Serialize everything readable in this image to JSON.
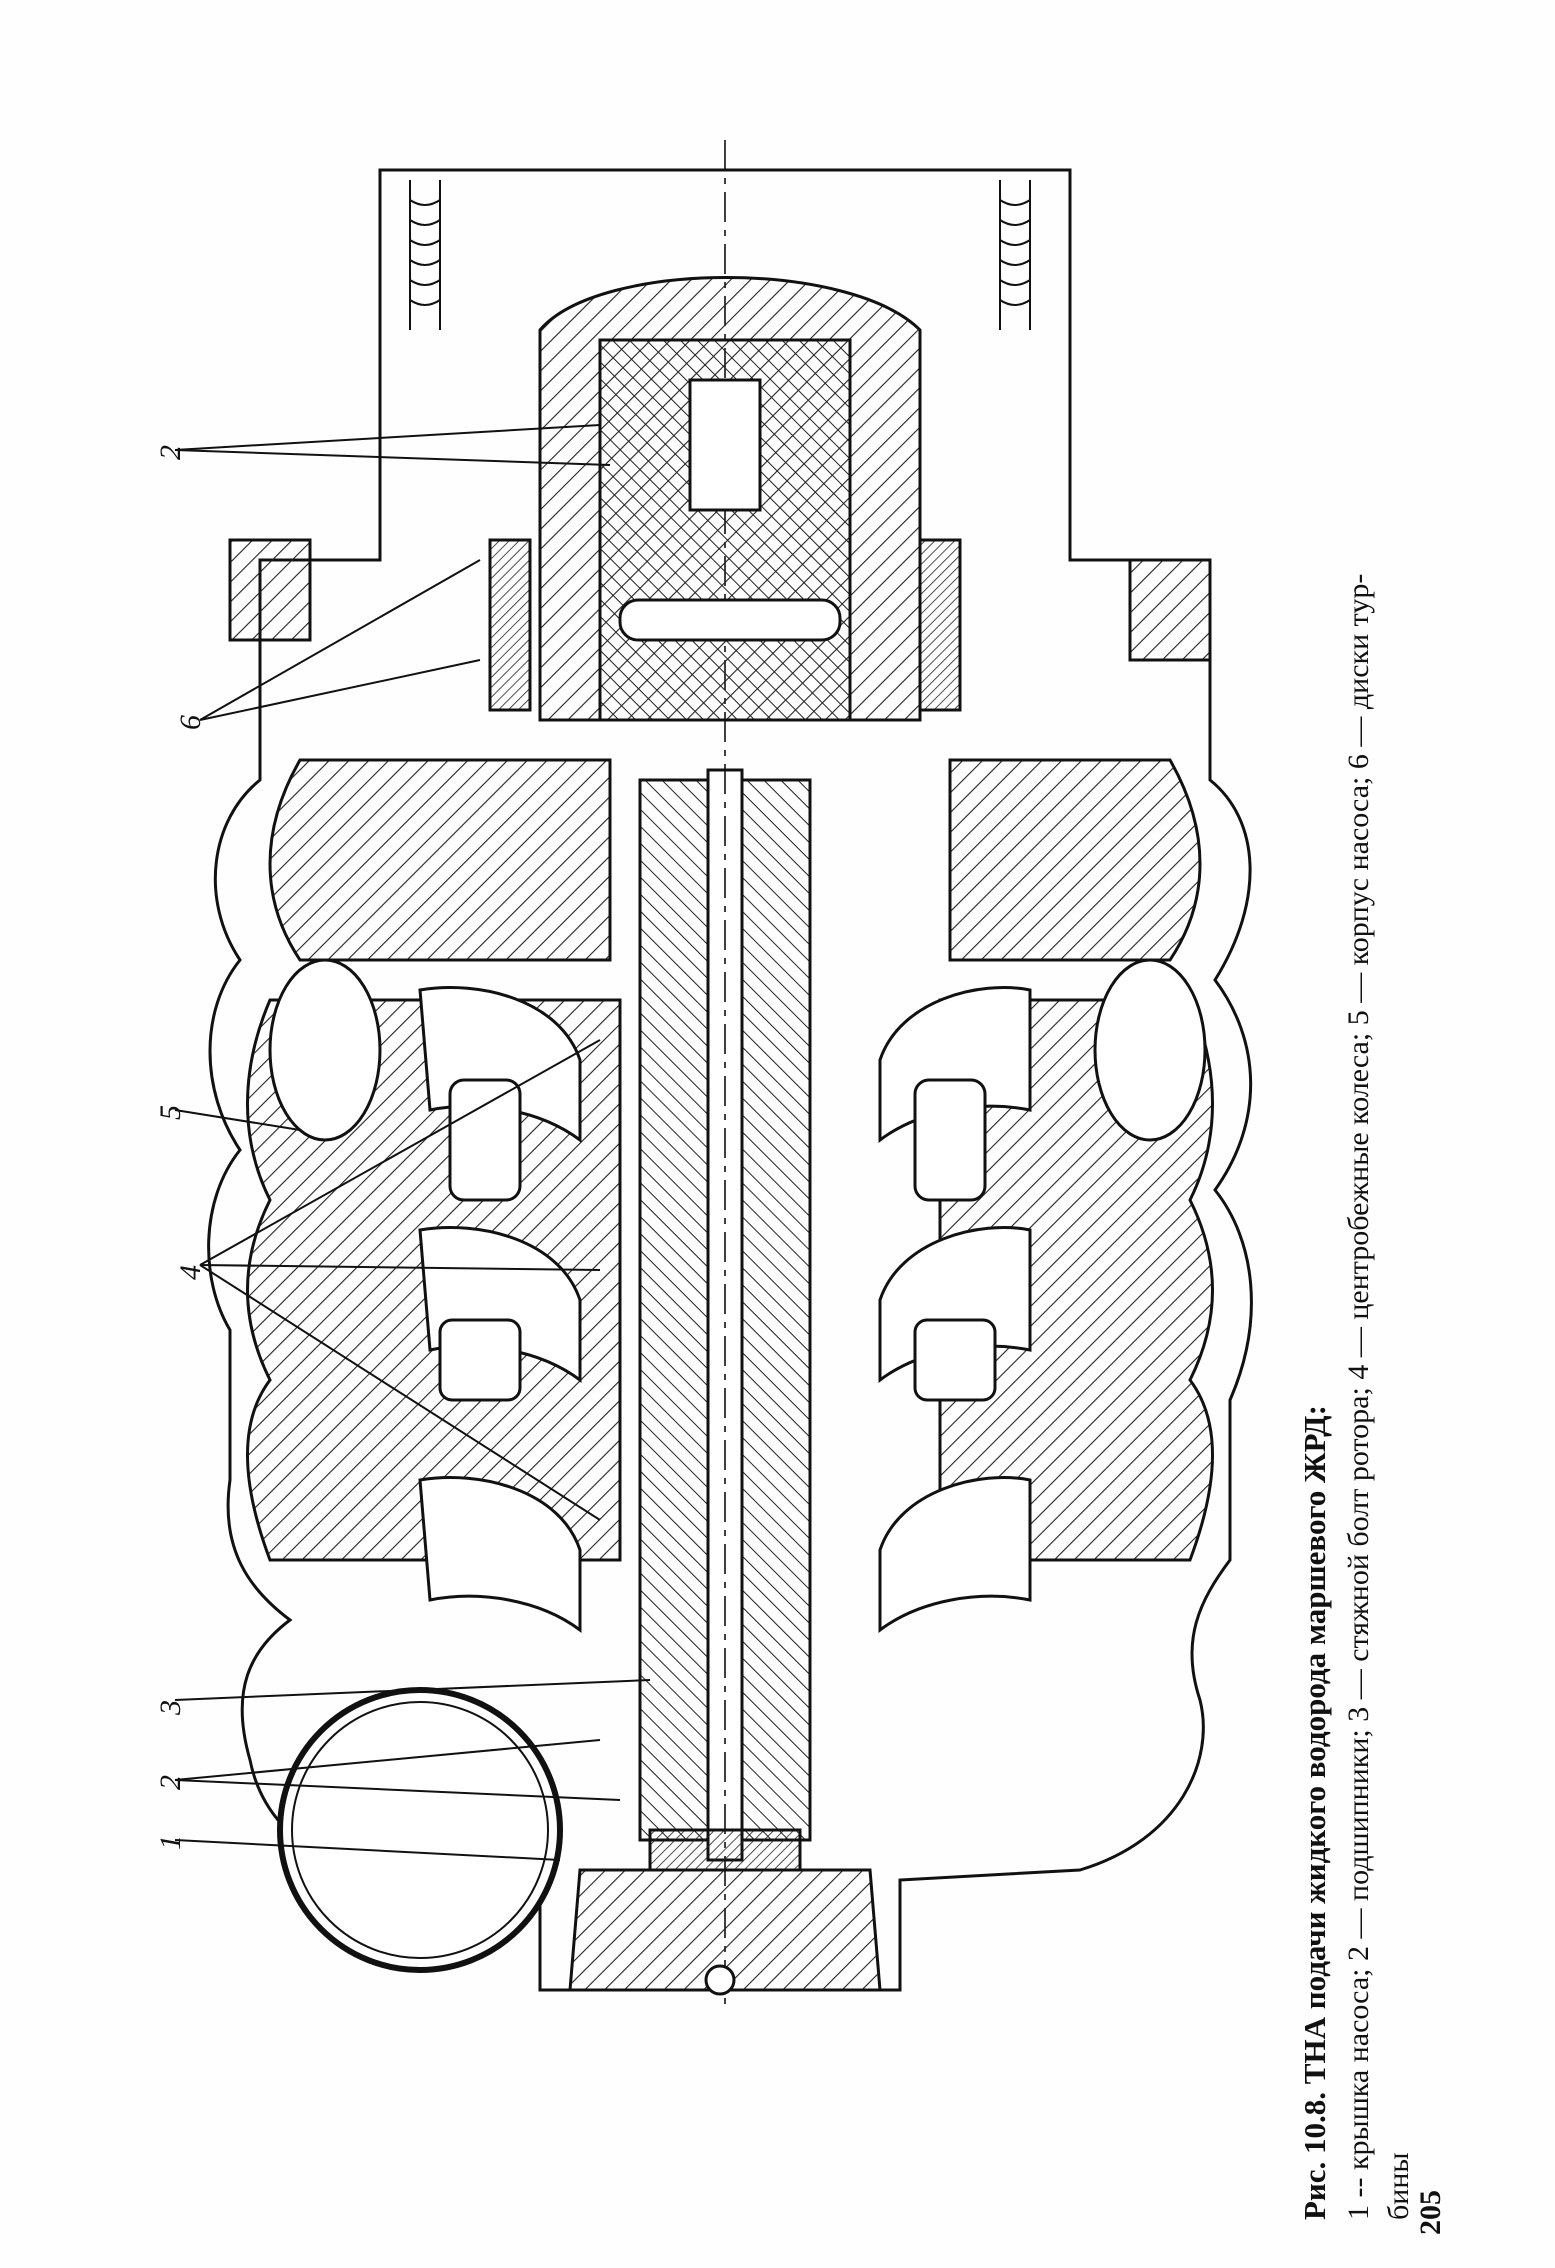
{
  "figure": {
    "callouts": {
      "n1": "1",
      "n2_left": "2",
      "n3": "3",
      "n4": "4",
      "n5": "5",
      "n6": "6",
      "n2_right": "2"
    }
  },
  "caption": {
    "title": "Рис. 10.8. ТНА подачи жидкого водорода маршевого ЖРД:",
    "line1": "1 -- крышка насоса;  2  —  подшипники;  3  —  стяжной болт ротора;  4  —  центробежные колеса;  5  — корпус насоса;  6  — диски тур-",
    "line2": "бины"
  },
  "page_number": "205"
}
